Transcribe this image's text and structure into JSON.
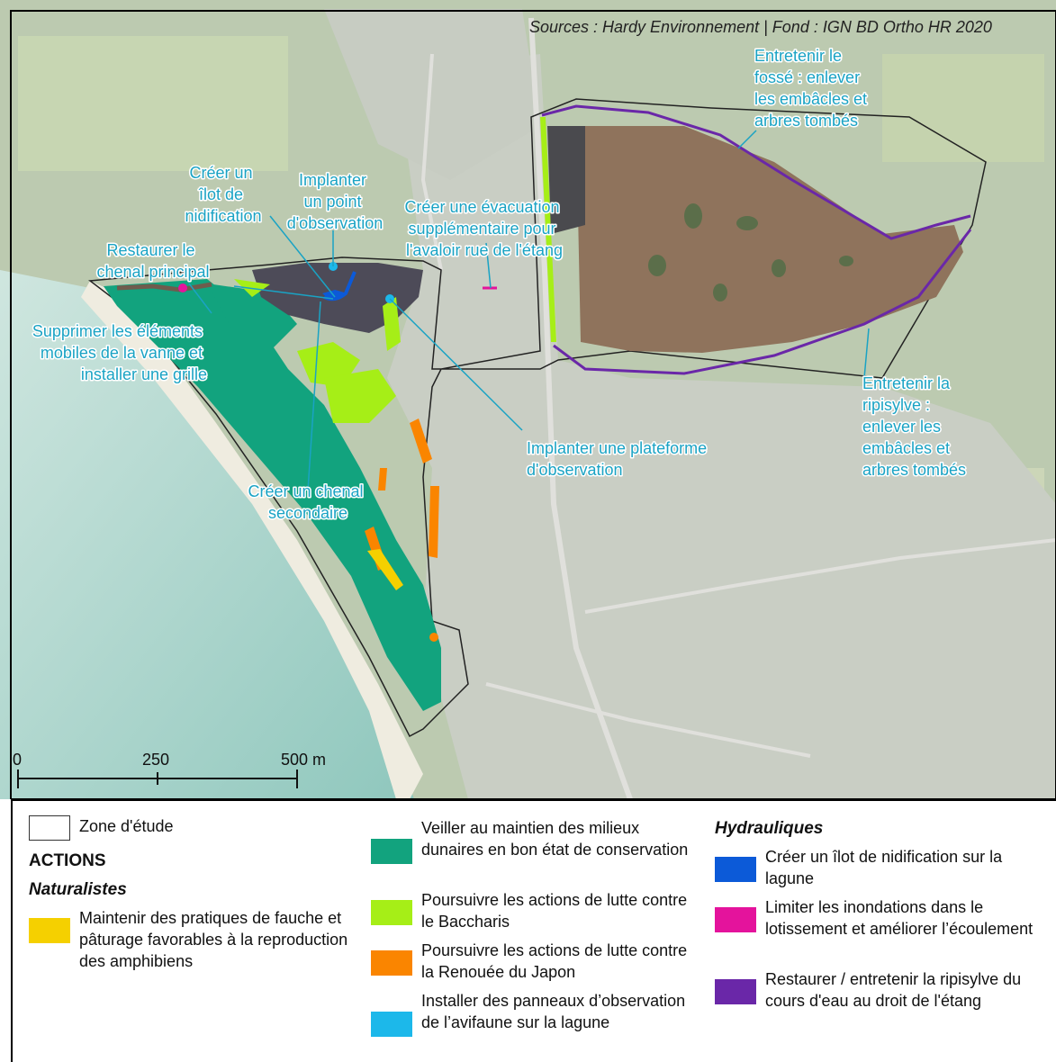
{
  "source": "Sources : Hardy Environnement | Fond : IGN BD Ortho HR 2020",
  "scalebar": {
    "ticks": [
      "0",
      "250",
      "500 m"
    ]
  },
  "map_labels": {
    "fosse": [
      "Entretenir le",
      "fossé : enlever",
      "les embâcles et",
      "arbres tombés"
    ],
    "ilot": [
      "Créer un",
      "îlot de",
      "nidification"
    ],
    "point_obs": [
      "Implanter",
      "un point",
      "d'observation"
    ],
    "evacuation": [
      "Créer une évacuation",
      "supplémentaire pour",
      "l'avaloir rue de l'étang"
    ],
    "chenal_principal": [
      "Restaurer le",
      "chenal principal"
    ],
    "vanne": [
      "Supprimer les éléments",
      "mobiles de la vanne et",
      "installer une grille"
    ],
    "plateforme": [
      "Implanter une plateforme",
      "d'observation"
    ],
    "chenal_secondaire": [
      "Créer un chenal",
      "secondaire"
    ],
    "ripisylve": [
      "Entretenir la",
      "ripisylve :",
      "enlever les",
      "embâcles et",
      "arbres tombés"
    ]
  },
  "legend": {
    "zone": "Zone d'étude",
    "actions": "ACTIONS",
    "naturalistes": "Naturalistes",
    "hydrauliques": "Hydrauliques",
    "items": {
      "fauche": "Maintenir des pratiques de fauche et pâturage favorables à la reproduction des amphibiens",
      "dunes": "Veiller au maintien des milieux dunaires en bon état de conservation",
      "baccharis": "Poursuivre les actions de lutte contre le Baccharis",
      "renouee": "Poursuivre les actions de lutte contre la Renouée du Japon",
      "panneaux": "Installer des panneaux d’observation de l’avifaune sur la lagune",
      "ilot": "Créer un îlot de nidification sur la lagune",
      "inondations": "Limiter les inondations dans le lotissement et améliorer l’écoulement",
      "ripisylve": "Restaurer / entretenir la ripisylve du cours d'eau au droit de l'étang"
    }
  },
  "colors": {
    "fauche": "#f5d000",
    "dunes": "#12a37e",
    "baccharis": "#a6ee17",
    "renouee": "#fa8500",
    "panneaux": "#1cb8ea",
    "ilot": "#0c5ad8",
    "inondations": "#e4139c",
    "ripisylve": "#6a27a8",
    "label": "#1aa3c4"
  }
}
